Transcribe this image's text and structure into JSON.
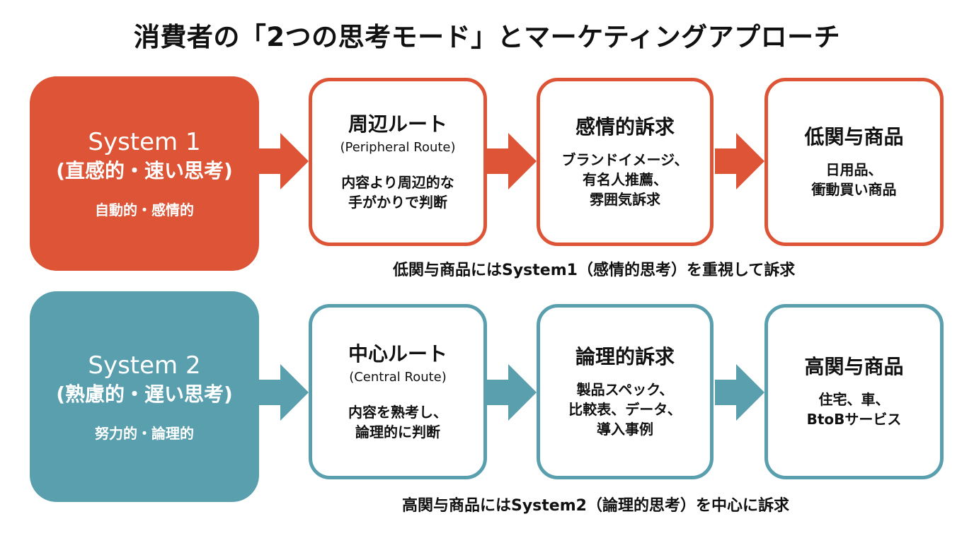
{
  "title": "消費者の「2つの思考モード」とマーケティングアプローチ",
  "colors": {
    "system1": "#dd5536",
    "system2": "#5a9fae"
  },
  "rows": [
    {
      "system": {
        "name": "System 1",
        "sub": "(直感的・速い思考)",
        "desc": "自動的・感情的"
      },
      "route": {
        "title": "周辺ルート",
        "english": "(Peripheral Route)",
        "body": "内容より周辺的な\n手がかりで判断"
      },
      "appeal": {
        "title": "感情的訴求",
        "body": "ブランドイメージ、\n有名人推薦、\n雰囲気訴求"
      },
      "product": {
        "title": "低関与商品",
        "body": "日用品、\n衝動買い商品"
      },
      "caption": "低関与商品にはSystem1（感情的思考）を重視して訴求"
    },
    {
      "system": {
        "name": "System 2",
        "sub": "(熟慮的・遅い思考)",
        "desc": "努力的・論理的"
      },
      "route": {
        "title": "中心ルート",
        "english": "(Central Route)",
        "body": "内容を熟考し、\n論理的に判断"
      },
      "appeal": {
        "title": "論理的訴求",
        "body": "製品スペック、\n比較表、データ、\n導入事例"
      },
      "product": {
        "title": "高関与商品",
        "body": "住宅、車、\nBtoBサービス"
      },
      "caption": "高関与商品にはSystem2（論理的思考）を中心に訴求"
    }
  ]
}
